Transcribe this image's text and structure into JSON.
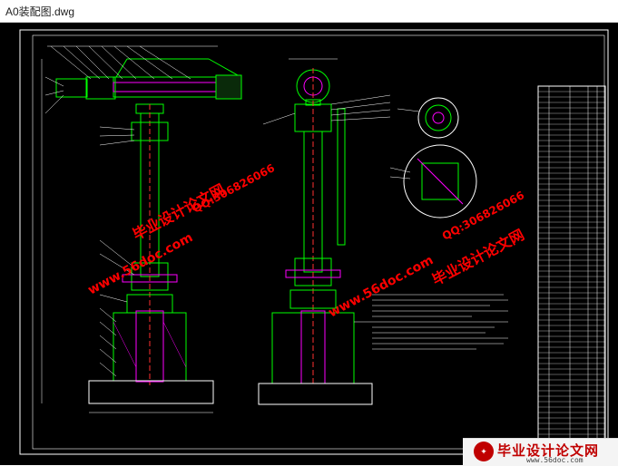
{
  "window": {
    "title": "A0装配图.dwg"
  },
  "watermarks": {
    "site_name": "毕业设计论文网",
    "site_url": "www.56doc.com",
    "qq": "QQ:306826066"
  },
  "logo": {
    "name": "毕业设计论文网",
    "url": "www.56doc.com"
  },
  "colors": {
    "background": "#000000",
    "frame": "#ffffff",
    "part_outline": "#00ff00",
    "detail": "#ff00ff",
    "center_line": "#ff3030",
    "watermark": "#ff0000"
  },
  "icons": {
    "logo": "site-logo-icon"
  }
}
